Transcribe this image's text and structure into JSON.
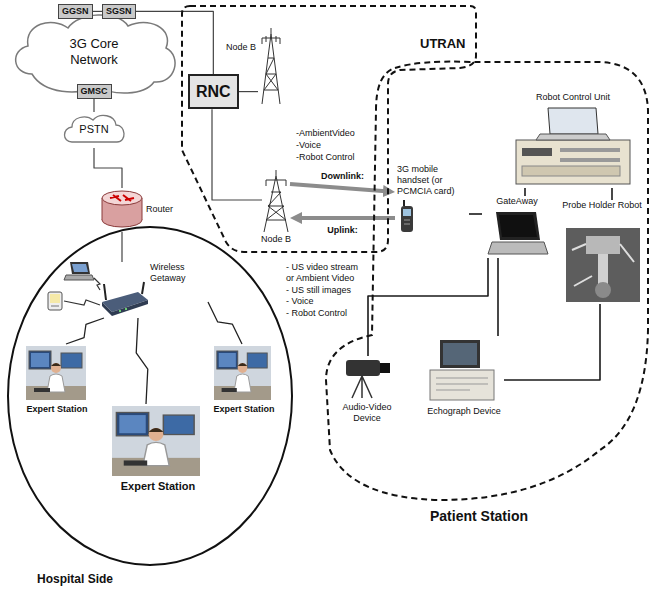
{
  "diagram": {
    "nodes": [
      {
        "text": [
          "3G Core Network"
        ]
      },
      {
        "text": [
          "GGSN"
        ]
      },
      {
        "text": [
          "SGSN"
        ]
      },
      {
        "text": [
          "GMSC"
        ]
      },
      {
        "text": [
          "PSTN"
        ]
      },
      {
        "text": [
          "Hospital Side"
        ]
      },
      {
        "text": [
          "Router"
        ],
        "in": 5
      },
      {
        "text": [
          "Wireless Getaway"
        ],
        "in": 5
      },
      {
        "text": [
          "Expert Station"
        ],
        "in": 5
      },
      {
        "text": [
          "Expert Station"
        ],
        "in": 5
      },
      {
        "text": [
          "Expert Station"
        ],
        "in": 5
      },
      {
        "text": [
          "UTRAN"
        ]
      },
      {
        "text": [
          "RNC"
        ],
        "in": 11
      },
      {
        "text": [
          "Node B"
        ],
        "in": 11
      },
      {
        "text": [
          "Node B"
        ],
        "in": 11
      },
      {
        "text": [
          "Patient Station"
        ]
      },
      {
        "text": [
          "3G mobile handset (or PCMCIA card)"
        ],
        "in": 15
      },
      {
        "text": [
          "GateAway"
        ],
        "in": 15
      },
      {
        "text": [
          "Robot Control Unit"
        ],
        "in": 15
      },
      {
        "text": [
          "Probe Holder Robot"
        ],
        "in": 15
      },
      {
        "text": [
          "Audio-Video Device"
        ],
        "in": 15
      },
      {
        "text": [
          "Echograph Device"
        ],
        "in": 15
      }
    ],
    "edges": [
      {
        "from": 1,
        "to": 2,
        "arrow": "none"
      },
      {
        "from": 2,
        "to": 12,
        "arrow": "none"
      },
      {
        "from": 3,
        "to": 4,
        "arrow": "none"
      },
      {
        "from": 4,
        "to": 6,
        "arrow": "none"
      },
      {
        "from": 6,
        "to": 7,
        "arrow": "none"
      },
      {
        "from": 7,
        "to": 8,
        "arrow": "none"
      },
      {
        "from": 7,
        "to": 9,
        "arrow": "none"
      },
      {
        "from": 7,
        "to": 10,
        "arrow": "none"
      },
      {
        "from": 12,
        "to": 13,
        "arrow": "none"
      },
      {
        "from": 12,
        "to": 14,
        "arrow": "none"
      },
      {
        "from": 14,
        "to": 16,
        "label": "Downlink:",
        "arrow": "to"
      },
      {
        "from": 16,
        "to": 14,
        "label": "Uplink:",
        "arrow": "to"
      },
      {
        "from": 16,
        "to": 17,
        "arrow": "none"
      },
      {
        "from": 17,
        "to": 18,
        "arrow": "none"
      },
      {
        "from": 18,
        "to": 19,
        "arrow": "none"
      },
      {
        "from": 17,
        "to": 20,
        "arrow": "none"
      },
      {
        "from": 17,
        "to": 21,
        "arrow": "none"
      },
      {
        "from": 19,
        "to": 21,
        "arrow": "none"
      }
    ],
    "labels": [
      "-AmbientVideo",
      "-Voice",
      "-Robot Control",
      "- US video stream or Ambient Video",
      "- US still images",
      "- Voice",
      "- Robot Control"
    ]
  }
}
